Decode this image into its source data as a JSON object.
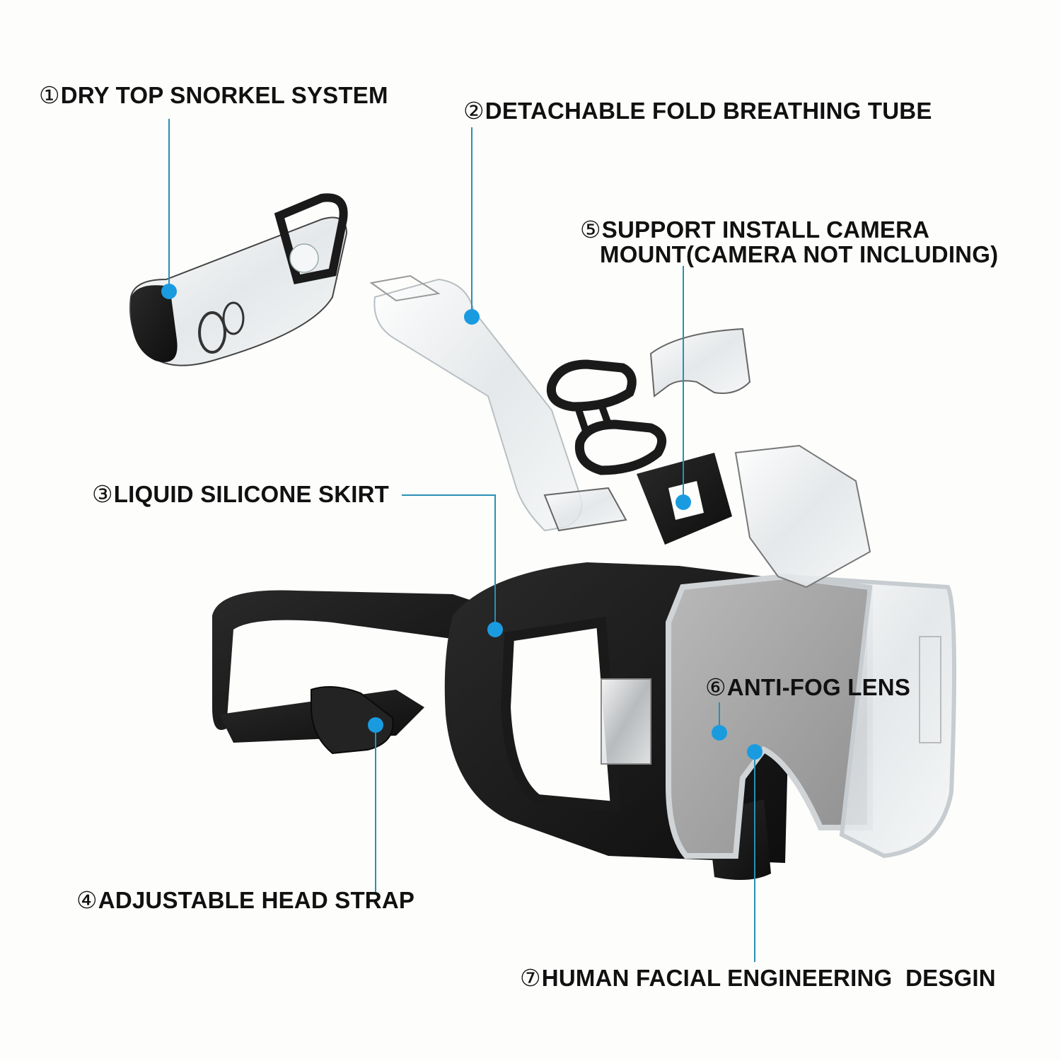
{
  "diagram": {
    "subject": "Foldable snorkel mask exploded view",
    "accent_colors": {
      "leader_line": "#2a8fb5",
      "callout_dot": "#1a9be0",
      "text": "#111111",
      "background": "#fdfdfb"
    },
    "callouts": [
      {
        "number": "①",
        "text": "DRY TOP SNORKEL SYSTEM"
      },
      {
        "number": "②",
        "text": "DETACHABLE FOLD BREATHING TUBE"
      },
      {
        "number": "③",
        "text": "LIQUID SILICONE SKIRT"
      },
      {
        "number": "④",
        "text": "ADJUSTABLE HEAD STRAP"
      },
      {
        "number": "⑤",
        "text": "SUPPORT INSTALL CAMERA",
        "text_line2": "MOUNT(CAMERA NOT INCLUDING)"
      },
      {
        "number": "⑥",
        "text": "ANTI-FOG LENS"
      },
      {
        "number": "⑦",
        "text": "HUMAN FACIAL ENGINEERING  DESGIN"
      }
    ]
  }
}
